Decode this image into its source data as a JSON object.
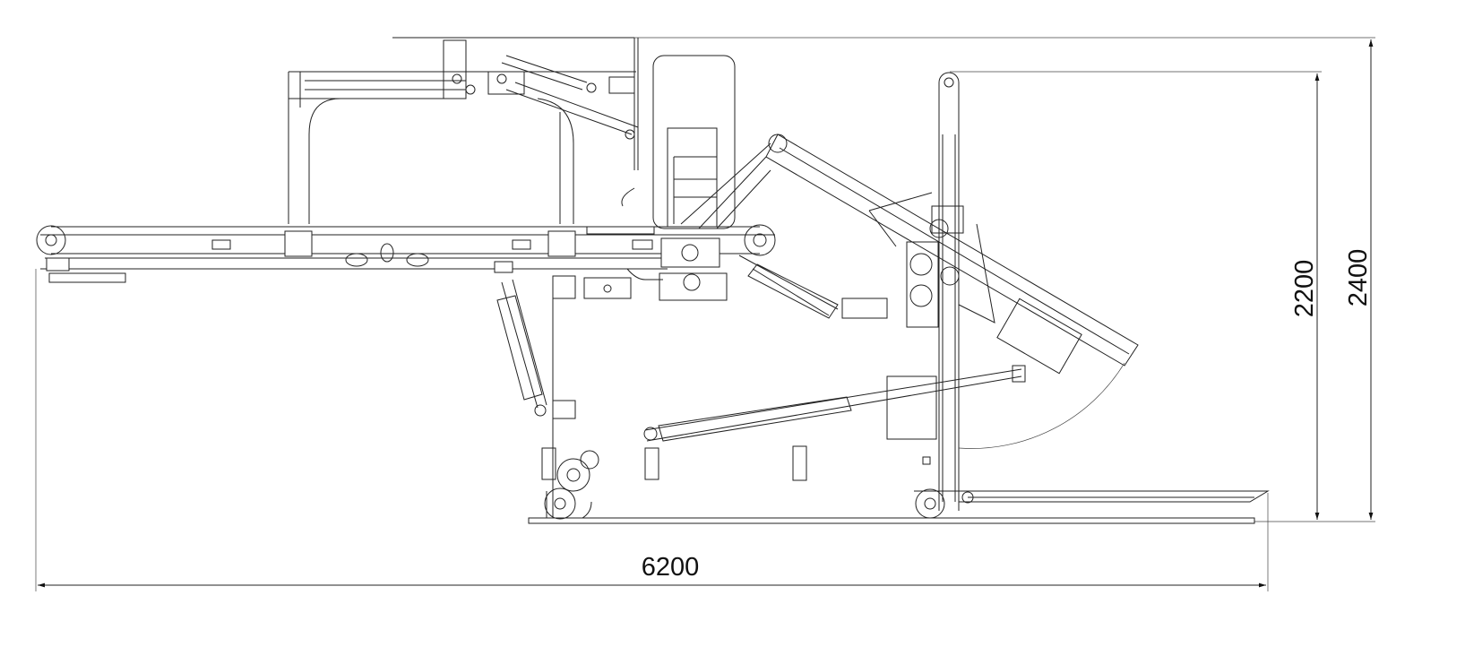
{
  "drawing": {
    "dimensions": {
      "overall_length": "6200",
      "mast_height": "2200",
      "overall_height": "2400"
    },
    "line_color": "#222222",
    "background": "#ffffff"
  }
}
